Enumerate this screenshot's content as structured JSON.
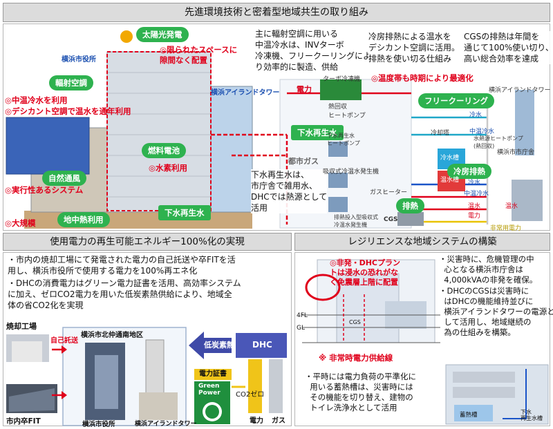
{
  "top": {
    "title": "先進環境技術と密着型地域共生の取り組み",
    "taglines": {
      "radiant": "主に輻射空調に用いる\n中温冷水は、INVターボ\n冷凍機、フリークーリングによ\nり効率的に製造、供給",
      "waste": "冷房排熱による温水を\nデシカント空調に活用。\n排熱を使い切る仕組み",
      "cgs": "CGSの排熱は年間を\n通じて100%使い切り、\n高い総合効率を達成",
      "sewage": "下水再生水は、\n市庁舎で雑用水、\nDHCでは熱源として\n活用"
    },
    "red_notes": [
      "◎限られたスペースに\n隙間なく配置",
      "◎中温冷水を利用",
      "◎デシカント空調で温水を通年利用",
      "◎水素利用",
      "◎実行性あるシステム",
      "◎大規模",
      "◎温度帯も時期により最適化"
    ],
    "pills": {
      "solar": "太陽光発電",
      "radiant": "輻射空調",
      "fuelcell": "燃料電池",
      "wind": "自然通風",
      "geo": "地中熱利用",
      "sewage_left": "下水再生水",
      "sewage_mid": "下水再生水",
      "freecool": "フリークーリング",
      "exhaust_cool": "冷房排熱",
      "exhaust": "排熱"
    },
    "labels": {
      "city_hall": "横浜市役所",
      "tower": "横浜アイランドタワー",
      "tower_r": "横浜アイランドタワー",
      "city_r": "横浜市市庁舎",
      "power": "電力",
      "gas": "都市ガス",
      "turbo": "ターボ冷凍機",
      "heatpump": "熱回収\nヒートポンプ",
      "sewage_hp": "下水再生水\nヒートポンプ",
      "absorption": "吸収式冷温水発生機",
      "gas_heater": "ガスヒーター",
      "exhaust_absorb": "排熱投入型吸収式\n冷温水発生機",
      "cgs": "CGS",
      "cold_tank": "冷水槽",
      "warm_tank": "温水槽",
      "hp_water": "水熱源ヒートポンプ\n(熱回収)",
      "cold1": "冷水",
      "cold2": "冷水",
      "mid_cold": "中温冷水",
      "mid_cold2": "中温冷水",
      "warm1": "温水",
      "warm2": "温水",
      "elec": "電力",
      "emerg_elec": "非常用電力",
      "cooling_tower": "冷却塔"
    }
  },
  "renewable": {
    "title": "使用電力の再生可能エネルギー100%化の実現",
    "bullets": [
      "・市内の焼却工場にて発電された電力の自己託送や卒FITを活\n用し、横浜市役所で使用する電力を100%再エネ化",
      "・DHCの消費電力はグリーン電力証書を活用、高効率システム\nに加え、ゼロCO2電力を用いた低炭素熱供給により、地域全\n体の省CO2化を実現"
    ],
    "incinerator": "焼却工場",
    "self_wheel": "自己託送",
    "fit": "市内卒FIT",
    "district": "横浜市北仲通南地区",
    "low_carbon": "低炭素熱",
    "dhc": "DHC",
    "certificate": "電力証書",
    "green1": "Green",
    "green2": "Power",
    "co2zero": "CO2ゼロ",
    "elec": "電力",
    "gas": "ガス",
    "cap_hall": "横浜市役所",
    "cap_tower": "横浜アイランドタワー"
  },
  "resilience": {
    "title": "レジリエンスな地域システムの構築",
    "red_note": "◎非発・DHCプラン\nトは浸水の恐れがな\nく免震層上階に配置",
    "bullets_right": [
      "・災害時に、危機管理の中\n  心となる横浜市庁舎は\n  4,000kVAの非発を確保。",
      "・DHCのCGSは災害時に\n  はDHCの機能維持並びに\n  横浜アイランドタワーの電源と\n  して活用し、地域継続の\n  為の仕組みを構築。"
    ],
    "emergency_line": "※ 非常時電力供給線",
    "bullet_bottom": "・平時には電力負荷の平準化に\n  用いる蓄熱槽は、災害時には\n  その機能を切り替え、建物の\n  トイレ洗浄水として活用",
    "storage": "蓄熱槽",
    "sewage": "下水\n再生水槽",
    "fl4": "4FL",
    "gl": "GL",
    "cgs": "CGS"
  }
}
